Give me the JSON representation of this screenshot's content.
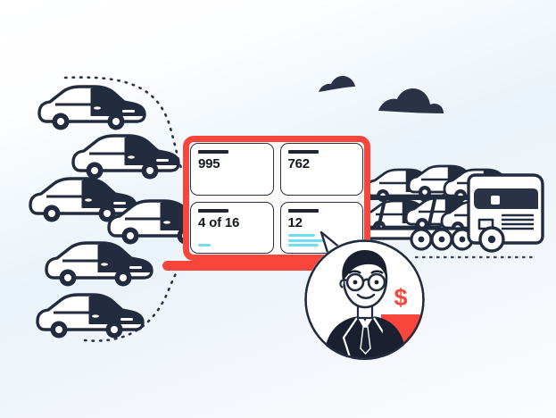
{
  "illustration": {
    "title": "Vehicle logistics dashboard illustration",
    "palette": {
      "red": "#F9463C",
      "navy": "#232B3E",
      "dark": "#13171F",
      "cyan": "#6FDCF2",
      "background_top": "#FFFFFF",
      "background_mid": "#EAF3FA",
      "card_surface": "#FFFFFF",
      "screen_surface": "#FBFAF9"
    }
  },
  "laptop": {
    "name": "laptop",
    "screen_label": "dashboard-screen",
    "base_label": "laptop-base",
    "cards": [
      {
        "id": "card-995",
        "bar": true,
        "value": "995",
        "sparkline": []
      },
      {
        "id": "card-762",
        "bar": true,
        "value": "762",
        "sparkline": []
      },
      {
        "id": "card-4of16",
        "bar": true,
        "value": "4 of 16",
        "sparkline": [
          14
        ]
      },
      {
        "id": "card-12",
        "bar": true,
        "value": "12",
        "sparkline": [
          30,
          46,
          34
        ]
      }
    ]
  },
  "avatar": {
    "name": "advisor-avatar",
    "description": "businessman with glasses in dark suit",
    "badge": "$",
    "badge_color": "#F9463C"
  },
  "scene_objects": {
    "cars_left": [
      {
        "id": "car-left-1"
      },
      {
        "id": "car-left-2"
      },
      {
        "id": "car-left-3"
      },
      {
        "id": "car-left-4"
      },
      {
        "id": "car-left-5"
      },
      {
        "id": "car-left-6"
      }
    ],
    "clouds": [
      {
        "id": "cloud-1"
      },
      {
        "id": "cloud-2"
      }
    ],
    "truck": {
      "id": "car-carrier-truck",
      "deck_cars_upper": 3,
      "deck_cars_lower": 3
    },
    "paths": [
      {
        "id": "dotted-path-top"
      },
      {
        "id": "dotted-path-bottom"
      },
      {
        "id": "dotted-path-right"
      }
    ]
  }
}
